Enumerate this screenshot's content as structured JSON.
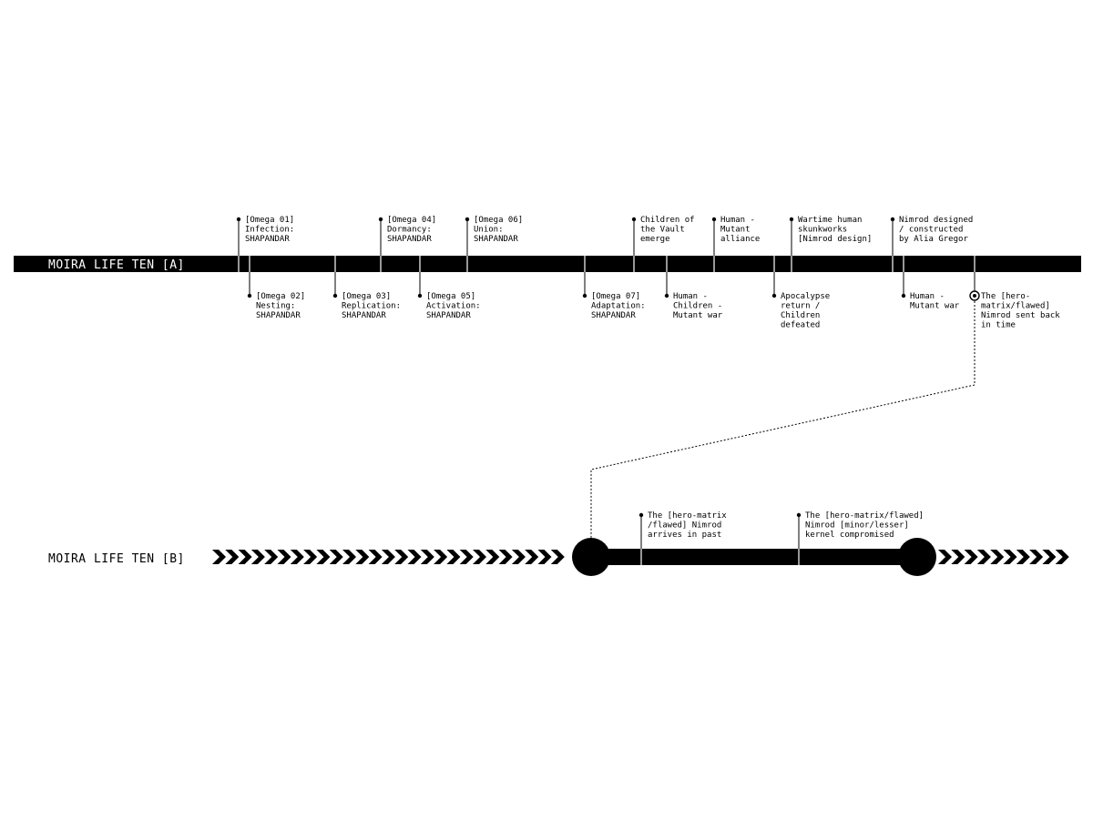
{
  "timeline_a": {
    "title": "MOIRA LIFE TEN [A]",
    "events": [
      {
        "side": "above",
        "lines": [
          "[Omega 01]",
          "Infection:",
          "SHAPANDAR"
        ]
      },
      {
        "side": "below",
        "lines": [
          "[Omega 02]",
          "Nesting:",
          "SHAPANDAR"
        ]
      },
      {
        "side": "below",
        "lines": [
          "[Omega 03]",
          "Replication:",
          "SHAPANDAR"
        ]
      },
      {
        "side": "above",
        "lines": [
          "[Omega 04]",
          "Dormancy:",
          "SHAPANDAR"
        ]
      },
      {
        "side": "below",
        "lines": [
          "[Omega 05]",
          "Activation:",
          "SHAPANDAR"
        ]
      },
      {
        "side": "above",
        "lines": [
          "[Omega 06]",
          "Union:",
          "SHAPANDAR"
        ]
      },
      {
        "side": "below",
        "lines": [
          "[Omega 07]",
          "Adaptation:",
          "SHAPANDAR"
        ]
      },
      {
        "side": "above",
        "lines": [
          "Children of",
          "the Vault",
          "emerge"
        ]
      },
      {
        "side": "below",
        "lines": [
          "Human -",
          "Children -",
          "Mutant war"
        ]
      },
      {
        "side": "above",
        "lines": [
          "Human -",
          "Mutant",
          "alliance"
        ]
      },
      {
        "side": "below",
        "lines": [
          "Apocalypse",
          "return /",
          "Children",
          "defeated"
        ]
      },
      {
        "side": "above",
        "lines": [
          "Wartime human",
          "skunkworks",
          "[Nimrod design]"
        ]
      },
      {
        "side": "above",
        "lines": [
          "Nimrod designed",
          "/ constructed",
          "by Alia Gregor"
        ]
      },
      {
        "side": "below",
        "lines": [
          "Human -",
          "Mutant war"
        ]
      },
      {
        "side": "below",
        "lines": [
          "The [hero-",
          "matrix/flawed]",
          "Nimrod sent back",
          "in time"
        ],
        "marker": "ring"
      }
    ]
  },
  "timeline_b": {
    "title": "MOIRA LIFE TEN [B]",
    "events": [
      {
        "side": "above",
        "lines": [
          "The [hero-matrix",
          "/flawed] Nimrod",
          "arrives in past"
        ]
      },
      {
        "side": "above",
        "lines": [
          "The [hero-matrix/flawed]",
          "Nimrod [minor/lesser]",
          "kernel compromised"
        ]
      }
    ]
  },
  "colors": {
    "ink": "#000000",
    "paper": "#ffffff"
  }
}
